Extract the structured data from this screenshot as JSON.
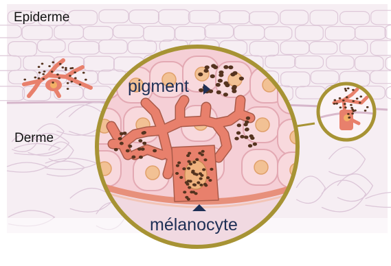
{
  "labels": {
    "epiderme": "Epiderme",
    "derme": "Derme",
    "pigment": "pigment",
    "melanocyte": "mélanocyte"
  },
  "icons": {
    "pigment_pointer": "triangle-right-icon",
    "melanocyte_pointer": "triangle-up-icon"
  },
  "colors": {
    "background": "#ffffff",
    "tissue": "#f6eef3",
    "cell_outline": "#ddc7d8",
    "magnifier_ring": "#a79334",
    "magnifier_fill": "#f6d3d7",
    "melanocyte": "#e8806c",
    "pigment_granules": "#55331f",
    "callout_text": "#1e2f55"
  }
}
